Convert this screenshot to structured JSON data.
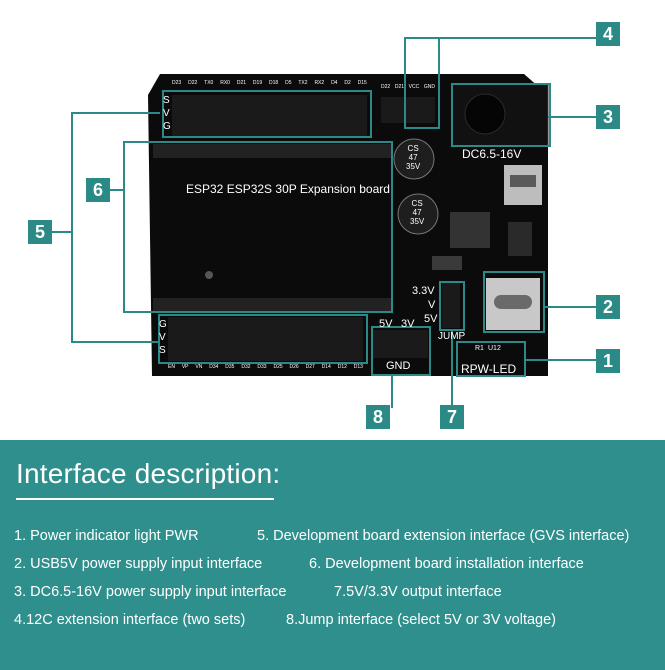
{
  "board": {
    "title": "ESP32 ESP32S 30P Expansion board",
    "dc_label": "DC6.5-16V",
    "volt_33": "3.3V",
    "volt_v": "V",
    "volt_5": "5V",
    "jump": "JUMP",
    "jumper_5v": "5V",
    "jumper_3v": "3V",
    "gnd": "GND",
    "led_label": "RPW-LED",
    "r1": "R1",
    "u12": "U12",
    "cap1": [
      "CS",
      "47",
      "35V"
    ],
    "cap2": [
      "CS",
      "47",
      "35V"
    ],
    "svg_left_top": [
      "S",
      "V",
      "G"
    ],
    "gvs_left_bottom": [
      "G",
      "V",
      "S"
    ],
    "top_pins": [
      "D23",
      "D22",
      "TX0",
      "RX0",
      "D21",
      "D19",
      "D18",
      "D5",
      "TX2",
      "RX2",
      "D4",
      "D2",
      "D15"
    ],
    "i2c_pins": [
      "D22",
      "D21",
      "VCC",
      "GND"
    ],
    "bottom_pins": [
      "EN",
      "VP",
      "VN",
      "D34",
      "D35",
      "D32",
      "D33",
      "D25",
      "D26",
      "D27",
      "D14",
      "D12",
      "D13"
    ]
  },
  "callouts": [
    "1",
    "2",
    "3",
    "4",
    "5",
    "6",
    "7",
    "8"
  ],
  "interface": {
    "heading": "Interface description:",
    "items": [
      "1. Power indicator light PWR",
      "5. Development board extension interface (GVS interface)",
      "2. USB5V power supply input interface",
      "6. Development board installation interface",
      "3. DC6.5-16V power supply input interface",
      "7.5V/3.3V output interface",
      "4.12C extension interface (two sets)",
      "8.Jump interface (select 5V or 3V voltage)"
    ]
  },
  "colors": {
    "teal": "#2f8f8c",
    "callout": "#2b8a86",
    "pcb": "#0b0b0b"
  }
}
